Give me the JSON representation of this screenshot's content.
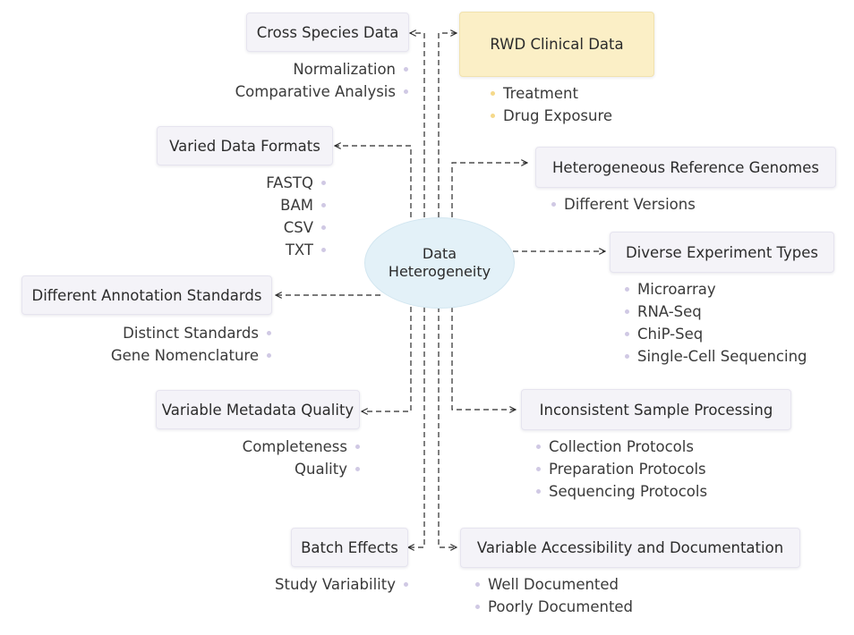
{
  "center": {
    "line1": "Data",
    "line2": "Heterogeneity"
  },
  "nodes": {
    "cross_species": {
      "title": "Cross Species Data",
      "items": [
        "Normalization",
        "Comparative Analysis"
      ]
    },
    "rwd_clinical": {
      "title": "RWD Clinical Data",
      "items": [
        "Treatment",
        "Drug Exposure"
      ]
    },
    "varied_formats": {
      "title": "Varied Data Formats",
      "items": [
        "FASTQ",
        "BAM",
        "CSV",
        "TXT"
      ]
    },
    "reference_genomes": {
      "title": "Heterogeneous Reference Genomes",
      "items": [
        "Different Versions"
      ]
    },
    "experiment_types": {
      "title": "Diverse Experiment Types",
      "items": [
        "Microarray",
        "RNA-Seq",
        "ChiP-Seq",
        "Single-Cell Sequencing"
      ]
    },
    "annotation_standards": {
      "title": "Different Annotation Standards",
      "items": [
        "Distinct Standards",
        "Gene Nomenclature"
      ]
    },
    "metadata_quality": {
      "title": "Variable Metadata Quality",
      "items": [
        "Completeness",
        "Quality"
      ]
    },
    "sample_processing": {
      "title": "Inconsistent Sample Processing",
      "items": [
        "Collection Protocols",
        "Preparation Protocols",
        "Sequencing Protocols"
      ]
    },
    "batch_effects": {
      "title": "Batch Effects",
      "items": [
        "Study Variability"
      ]
    },
    "accessibility": {
      "title": "Variable Accessibility and Documentation",
      "items": [
        "Well Documented",
        "Poorly Documented"
      ]
    }
  },
  "colors": {
    "box": "#f4f3f8",
    "highlight_box": "#fbefc6",
    "center": "#e3f1f8",
    "bullet": "#d0c9e4",
    "highlight_bullet": "#f5d98a",
    "line": "#2b2b2b"
  }
}
